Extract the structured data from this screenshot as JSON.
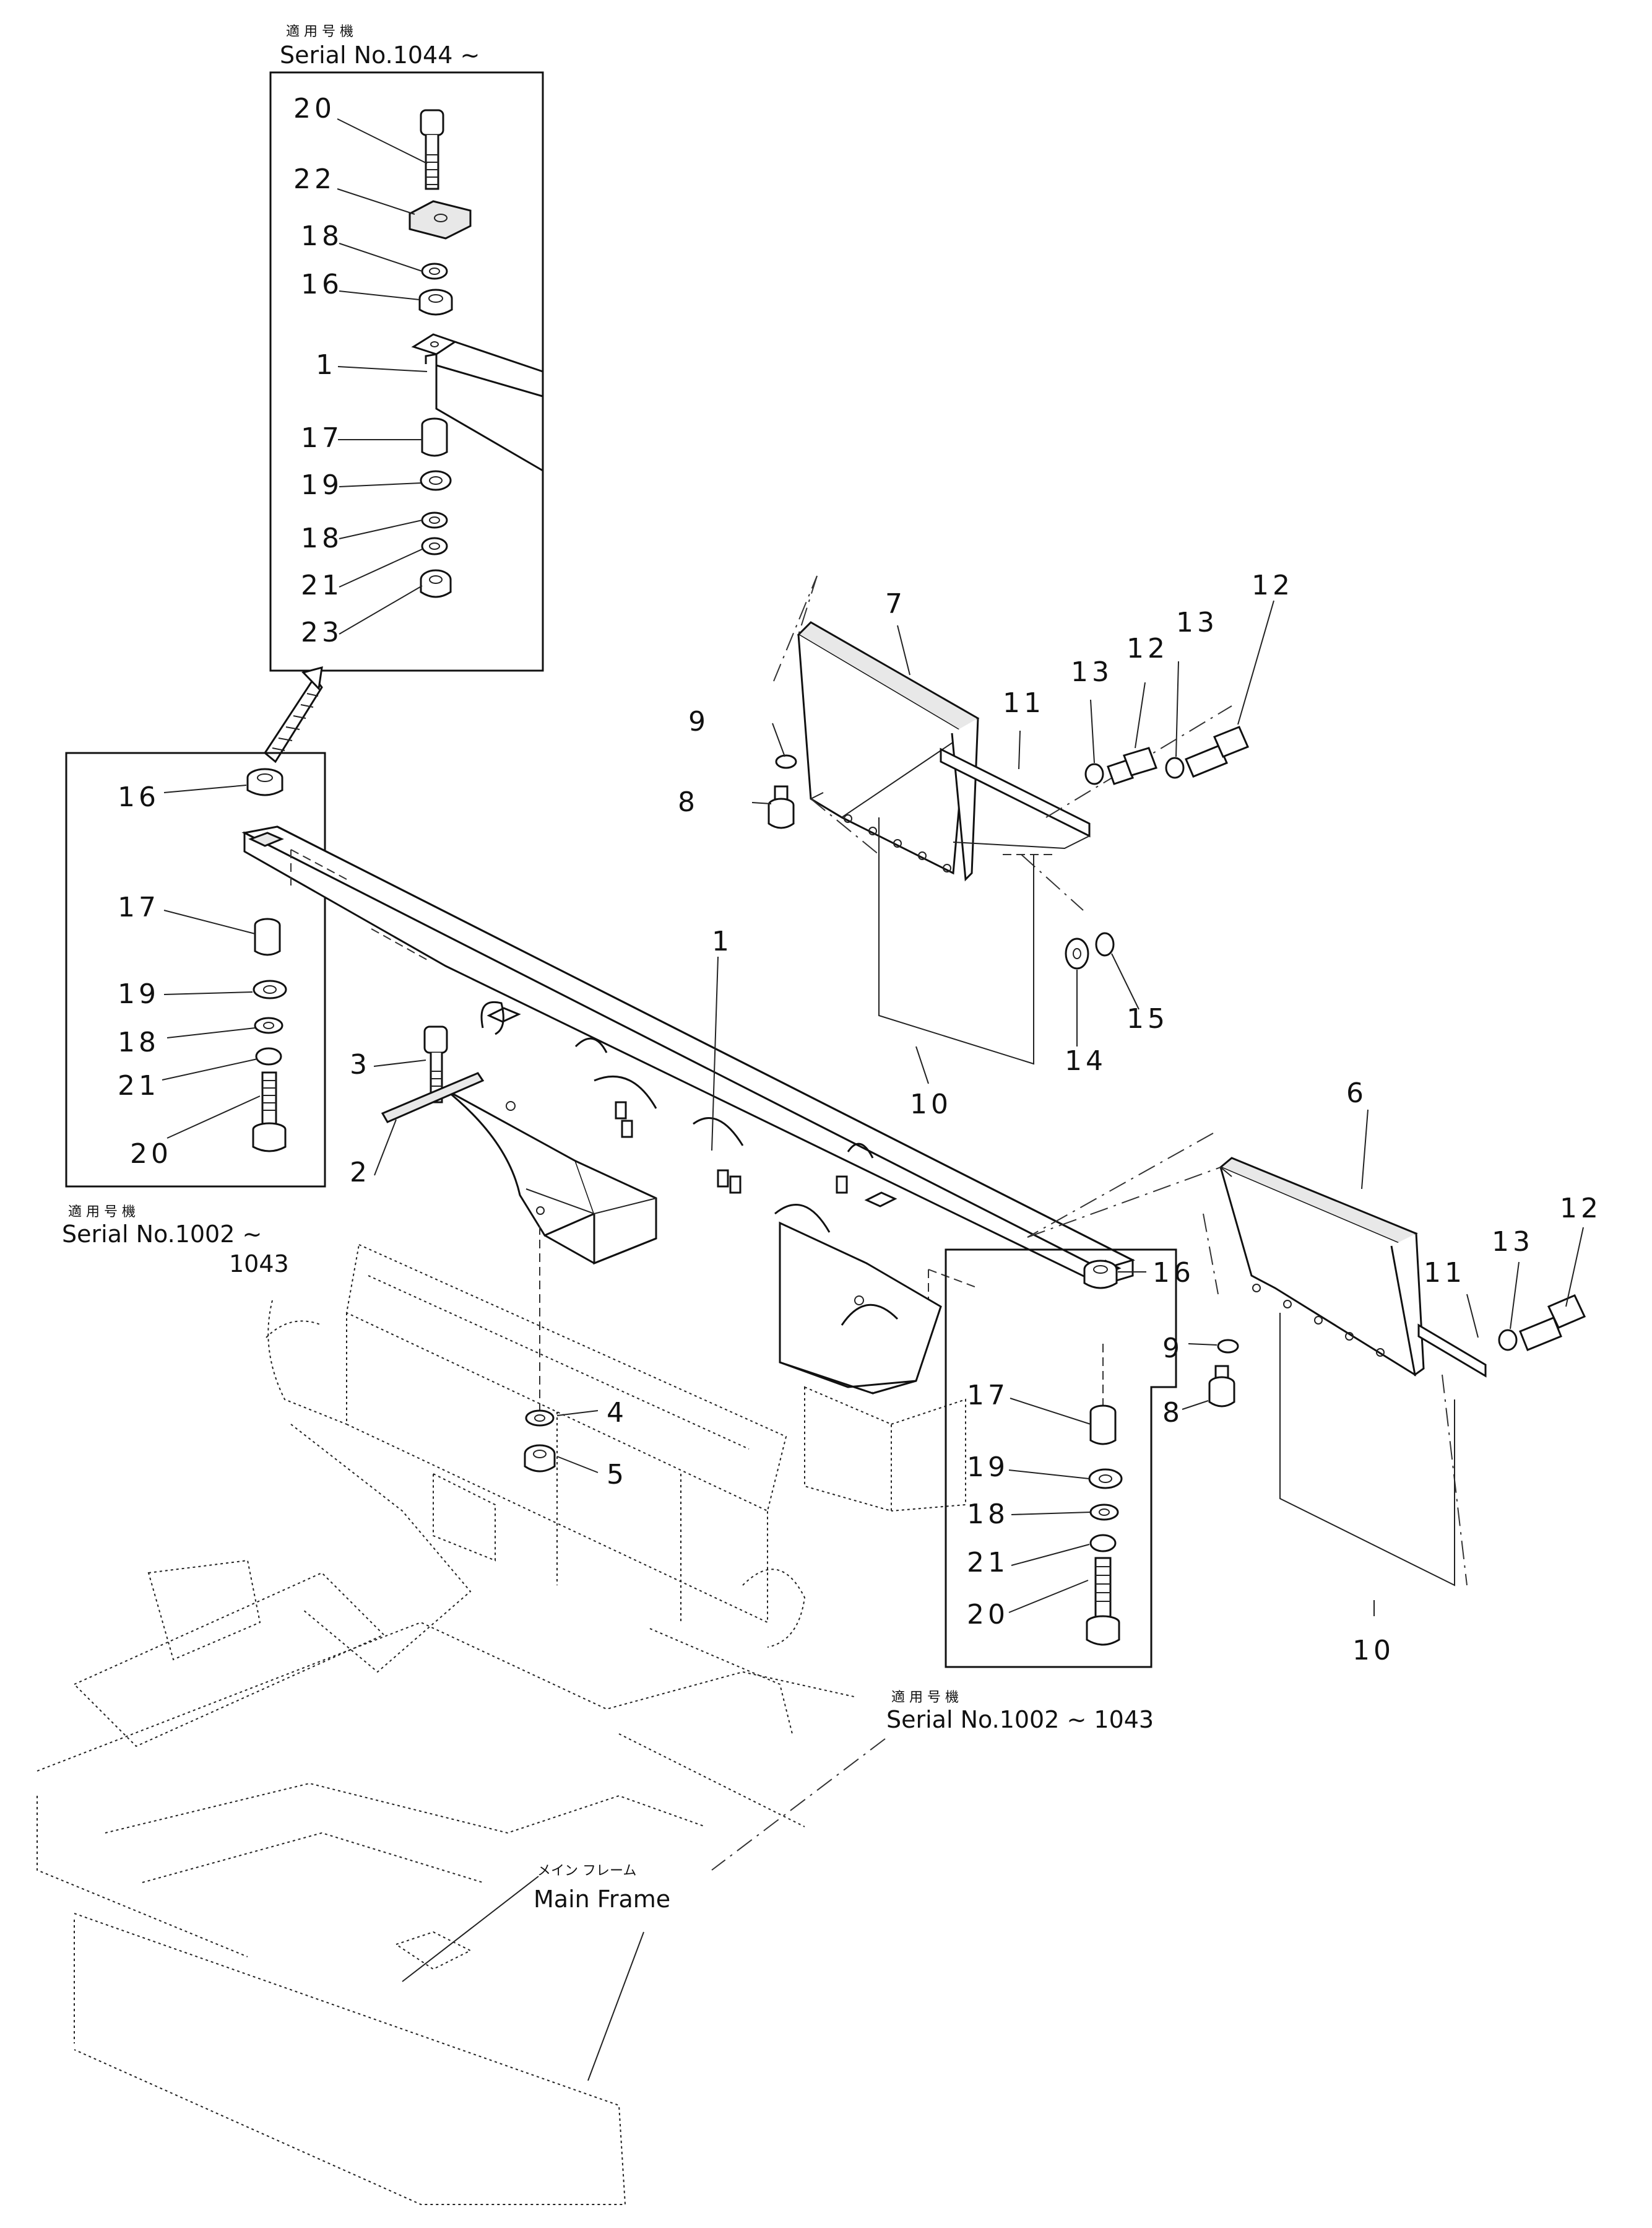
{
  "insets": {
    "top": {
      "jp": "適 用 号 機",
      "serial": "Serial  No.1044 ~"
    },
    "left": {
      "jp": "適 用 号 機",
      "serial_1": "Serial  No.1002 ~",
      "serial_2": "1043"
    },
    "right": {
      "jp": "適 用 号 機",
      "serial": "Serial  No.1002 ~ 1043"
    }
  },
  "main_frame": {
    "jp": "メイン  フレーム",
    "label": "Main  Frame"
  },
  "parts": {
    "top": [
      "20",
      "22",
      "18",
      "16",
      "1",
      "17",
      "19",
      "18",
      "21",
      "23"
    ],
    "left": [
      "16",
      "17",
      "19",
      "18",
      "21",
      "20"
    ],
    "center": [
      "3",
      "2",
      "4",
      "5",
      "1"
    ],
    "right_inset": [
      "16",
      "17",
      "19",
      "18",
      "21",
      "20"
    ],
    "upper_right": [
      "7",
      "9",
      "8",
      "11",
      "13",
      "12",
      "13",
      "12",
      "14",
      "15",
      "10"
    ],
    "lower_right": [
      "6",
      "9",
      "8",
      "11",
      "13",
      "12",
      "10"
    ]
  }
}
